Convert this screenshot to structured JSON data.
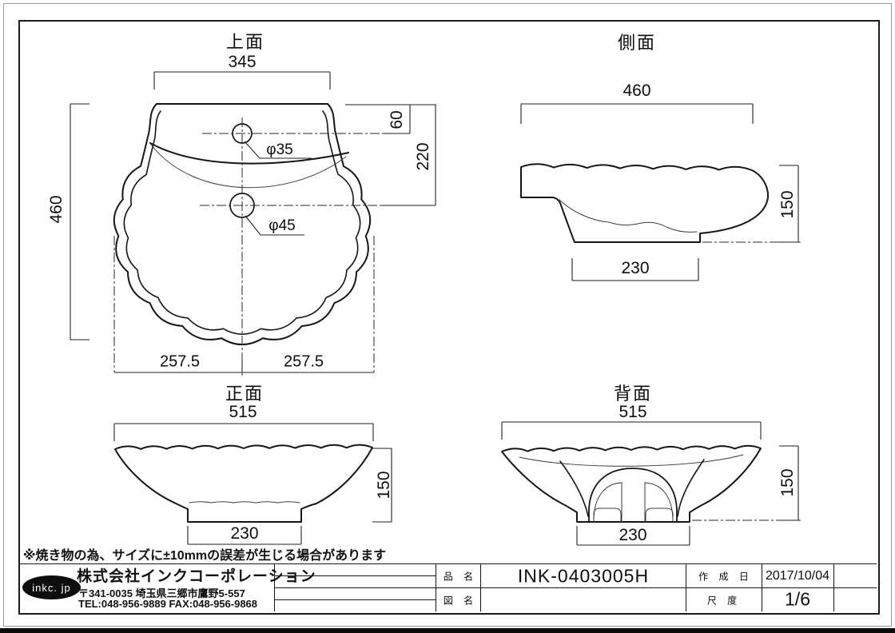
{
  "views": {
    "top": {
      "title": "上面",
      "dim_width": "345",
      "dim_height": "460",
      "dim_faucet_offset": "60",
      "dim_drain_offset": "220",
      "dim_half_left": "257.5",
      "dim_half_right": "257.5",
      "faucet_hole": "φ35",
      "drain_hole": "φ45"
    },
    "side": {
      "title": "側面",
      "dim_width": "460",
      "dim_height": "150",
      "dim_base": "230"
    },
    "front": {
      "title": "正面",
      "dim_width": "515",
      "dim_height": "150",
      "dim_base": "230"
    },
    "back": {
      "title": "背面",
      "dim_width": "515",
      "dim_height": "150",
      "dim_base": "230"
    }
  },
  "note": "※焼き物の為、サイズに±10mmの誤差が生じる場合があります",
  "title_block": {
    "product_label": "品 名",
    "product_value": "INK-0403005H",
    "drawing_label": "図 名",
    "drawing_value": "",
    "date_label": "作 成 日",
    "date_value": "2017/10/04",
    "scale_label": "尺 度",
    "scale_value": "1/6"
  },
  "company": {
    "logo": "inkc. jp",
    "name": "株式会社インクコーポレーション",
    "address": "〒341-0035 埼玉県三郷市鷹野5-557",
    "phone": "TEL:048-956-9889  FAX:048-956-9868"
  },
  "colors": {
    "line": "#161616",
    "frame": "#1c1c1c",
    "logo_bg": "#0d0d0d"
  }
}
